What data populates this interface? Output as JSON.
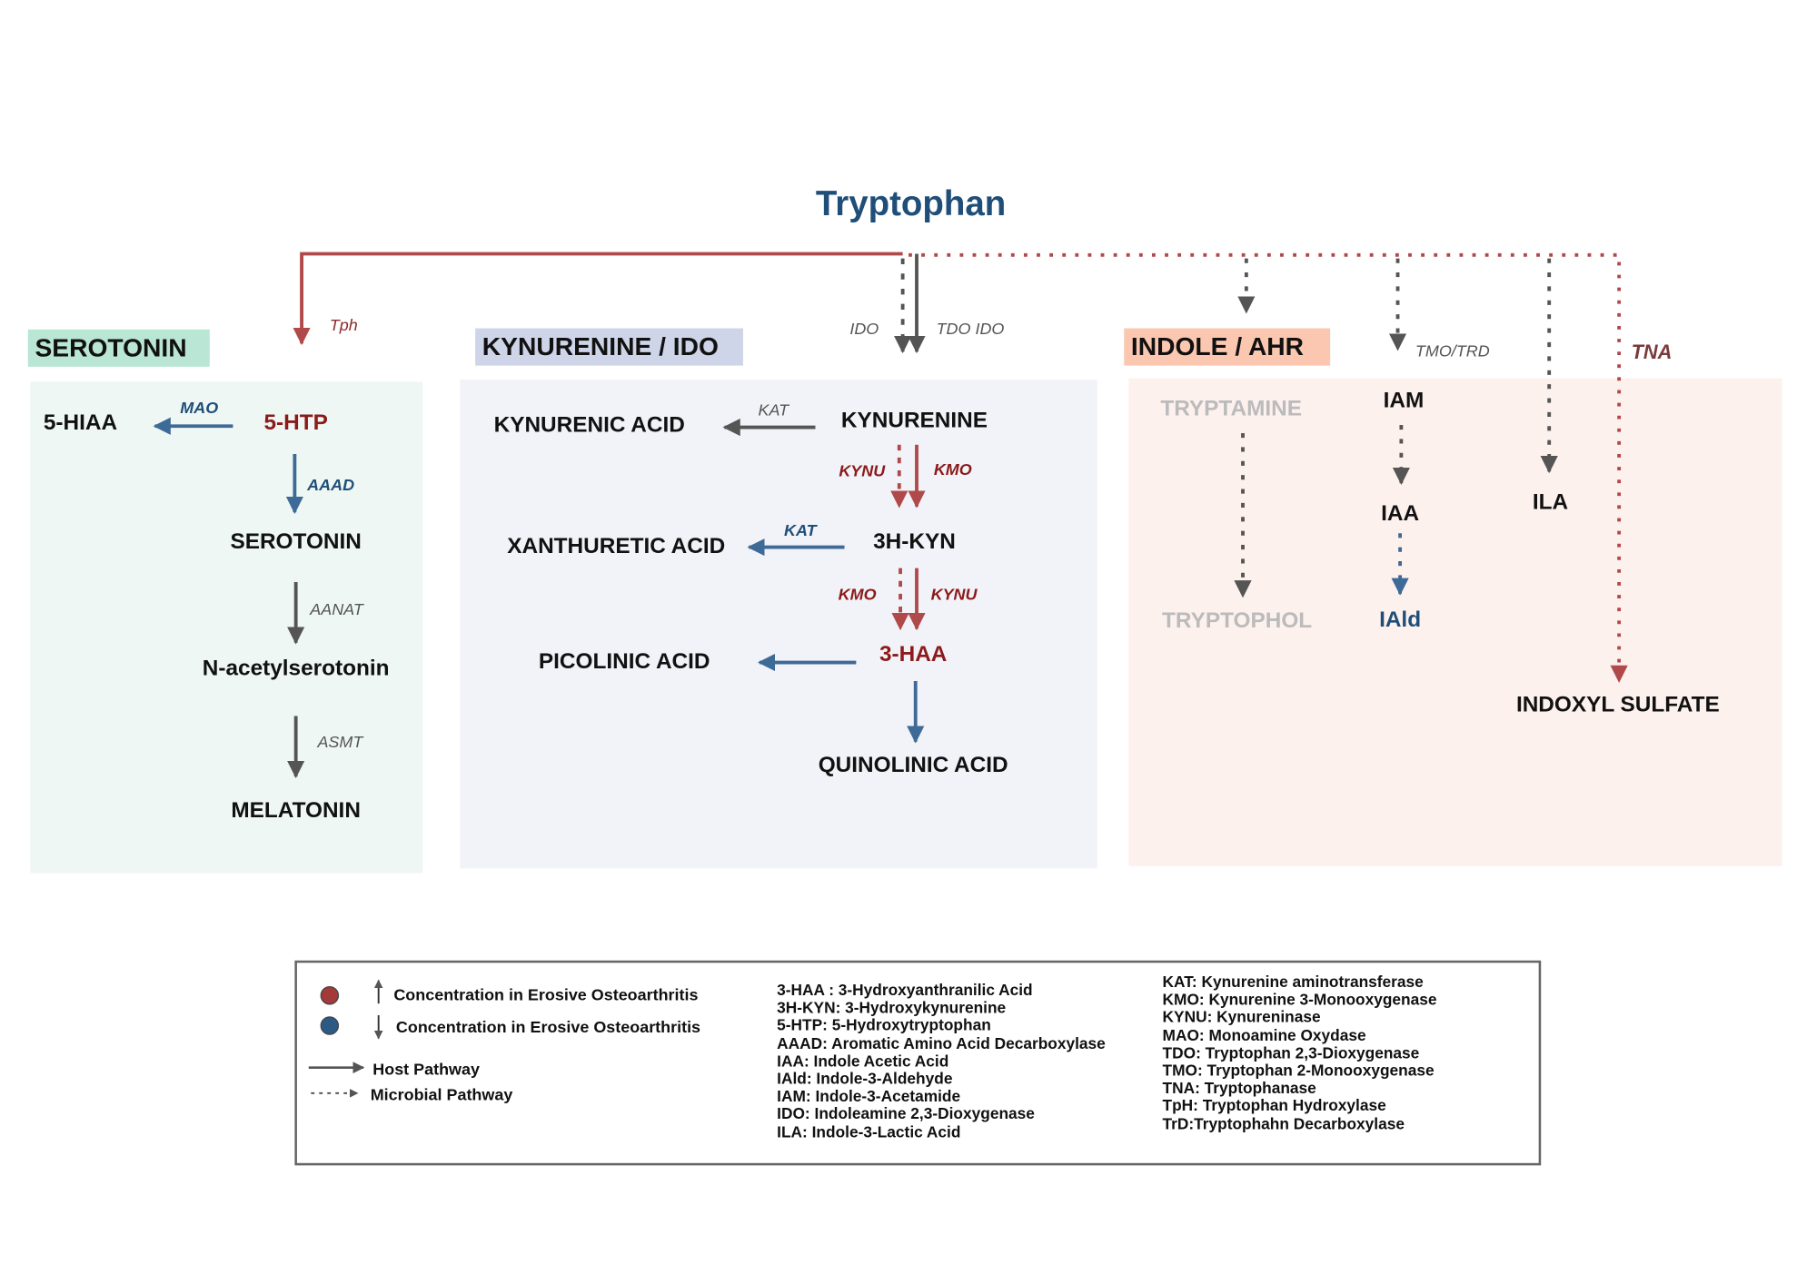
{
  "title": "Tryptophan",
  "colors": {
    "increase": "#a33a3a",
    "decrease": "#2c5a85",
    "host": "#555555",
    "red_path": "#b04a4a"
  },
  "top_enzymes": {
    "tph": "Tph",
    "ido": "IDO",
    "tdo_ido": "TDO IDO",
    "tmo_trd": "TMO/TRD",
    "tna": "TNA"
  },
  "serotonin": {
    "header": "SEROTONIN",
    "hiaa": "5-HIAA",
    "mao": "MAO",
    "htp": "5-HTP",
    "aaad": "AAAD",
    "serotonin": "SEROTONIN",
    "aanat": "AANAT",
    "nacetyl": "N-acetylserotonin",
    "asmt": "ASMT",
    "melatonin": "MELATONIN"
  },
  "kynurenine": {
    "header": "KYNURENINE / IDO",
    "kynurenic_acid": "KYNURENIC ACID",
    "kat1": "KAT",
    "kynurenine": "KYNURENINE",
    "kynu1": "KYNU",
    "kmo1": "KMO",
    "xanthuretic": "XANTHURETIC ACID",
    "kat2": "KAT",
    "hkyn": "3H-KYN",
    "kmo2": "KMO",
    "kynu2": "KYNU",
    "picolinic": "PICOLINIC ACID",
    "haa": "3-HAA",
    "quinolinic": "QUINOLINIC ACID"
  },
  "indole": {
    "header": "INDOLE / AHR",
    "tryptamine": "TRYPTAMINE",
    "iam": "IAM",
    "iaa": "IAA",
    "ila": "ILA",
    "tryptophol": "TRYPTOPHOL",
    "iald": "IAld",
    "indoxyl": "INDOXYL SULFATE"
  },
  "legend": {
    "up": "Concentration in Erosive Osteoarthritis",
    "down": "Concentration in Erosive Osteoarthritis",
    "host": "Host Pathway",
    "microbial": "Microbial Pathway",
    "abbrev1": [
      "3-HAA : 3-Hydroxyanthranilic Acid",
      "3H-KYN: 3-Hydroxykynurenine",
      "5-HTP: 5-Hydroxytryptophan",
      "AAAD: Aromatic Amino Acid Decarboxylase",
      "IAA: Indole Acetic Acid",
      "IAld: Indole-3-Aldehyde",
      "IAM: Indole-3-Acetamide",
      "IDO: Indoleamine 2,3-Dioxygenase",
      "ILA: Indole-3-Lactic Acid"
    ],
    "abbrev2": [
      "KAT: Kynurenine aminotransferase",
      "KMO: Kynurenine 3-Monooxygenase",
      "KYNU: Kynureninase",
      "MAO: Monoamine Oxydase",
      "TDO: Tryptophan 2,3-Dioxygenase",
      "TMO: Tryptophan 2-Monooxygenase",
      "TNA: Tryptophanase",
      "TpH: Tryptophan Hydroxylase",
      "TrD:Tryptophahn Decarboxylase"
    ]
  }
}
